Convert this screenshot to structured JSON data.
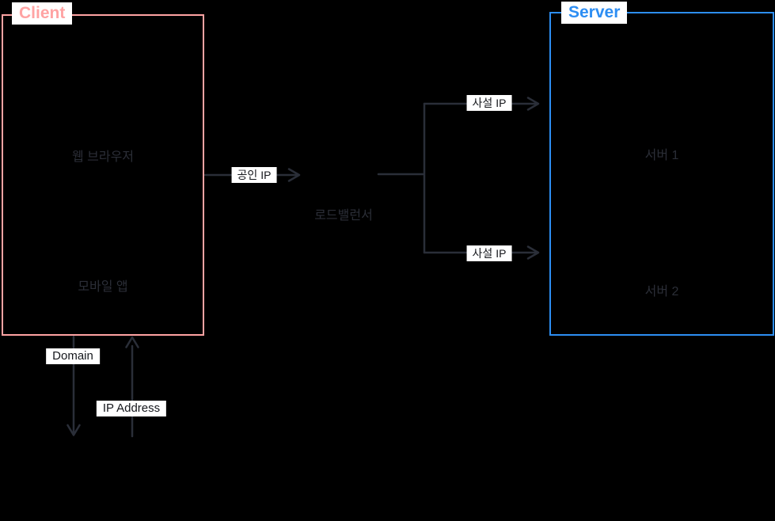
{
  "client": {
    "title": "Client",
    "accent": "#ffa3a3",
    "web_browser_label": "웹 브라우저",
    "mobile_app_label": "모바일 앱"
  },
  "server": {
    "title": "Server",
    "accent": "#2d8ef3",
    "server1_label": "서버 1",
    "server2_label": "서버 2"
  },
  "load_balancer": {
    "label": "로드밸런서"
  },
  "edge_labels": {
    "public_ip": "공인 IP",
    "private_ip_top": "사설 IP",
    "private_ip_bottom": "사설 IP",
    "domain": "Domain",
    "ip_address": "IP Address"
  },
  "colors": {
    "background": "#000000",
    "line": "#2a2e38",
    "text_dark": "#2b2e37",
    "chip_bg": "#ffffff",
    "chip_text": "#15171c"
  }
}
